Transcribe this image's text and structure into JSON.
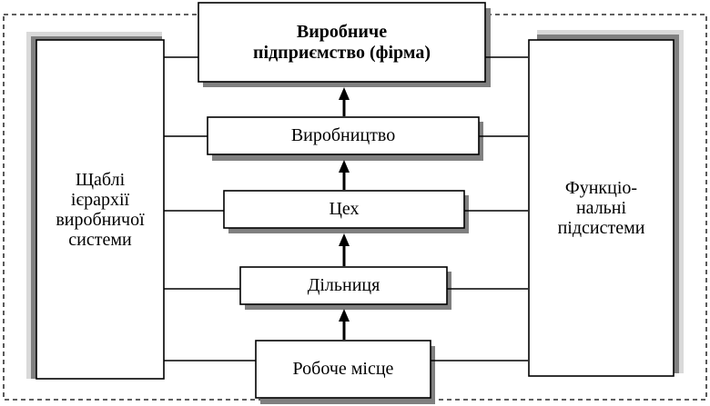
{
  "diagram": {
    "top_box": "Виробниче\nпідприємство (фірма)",
    "left_box": "Щаблі\nієрархії\nвиробничої\nсистеми",
    "right_box": "Функціо-\nнальні\nпідсистеми",
    "levels": [
      "Виробництво",
      "Цех",
      "Дільниця",
      "Робоче місце"
    ]
  },
  "colors": {
    "line": "#000000",
    "shadow": "#808080",
    "shadow_light": "#d9d9d9",
    "fill": "#ffffff"
  }
}
